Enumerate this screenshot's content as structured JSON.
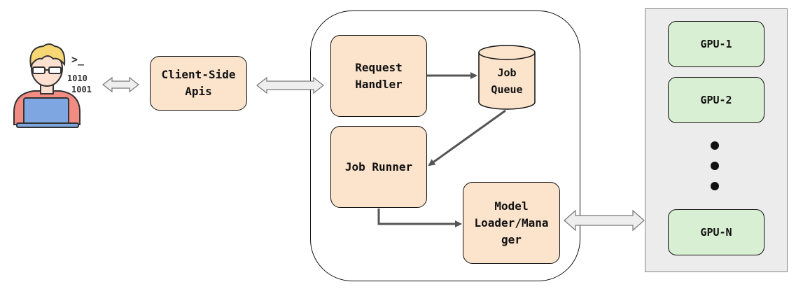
{
  "nodes": {
    "client_side_apis": "Client-Side\nApis",
    "request_handler": "Request\nHandler",
    "job_queue": "Job\nQueue",
    "job_runner": "Job Runner",
    "model_loader_manager": "Model\nLoader/Mana\nger"
  },
  "gpus": {
    "gpu_1": "GPU-1",
    "gpu_2": "GPU-2",
    "gpu_n": "GPU-N"
  },
  "user_icon": {
    "name": "developer-icon",
    "code_text_1": ">_",
    "code_text_2": "1010",
    "code_text_3": "1001"
  },
  "colors": {
    "component_fill": "#fbe3cc",
    "gpu_fill": "#d9efd3",
    "gpu_panel_fill": "#ececec",
    "arrow": "#555555",
    "double_arrow_fill": "#eeeeee",
    "laptop": "#7ea6e0",
    "hair": "#f7d774",
    "shirt": "#f28b82"
  }
}
